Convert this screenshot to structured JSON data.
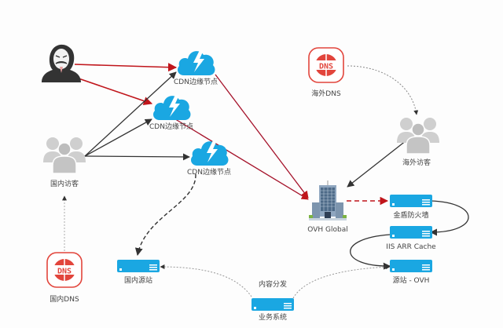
{
  "diagram": {
    "colors": {
      "attack_edge": "#c0151b",
      "normal_edge": "#333333",
      "dotted_edge": "#999999",
      "cloud": "#1aa7e2",
      "server": "#1aa7e2",
      "dns_red": "#e2453c",
      "person_gray": "#cfcfcf",
      "hacker_dark": "#333333"
    },
    "nodes": {
      "hacker": {
        "label": "",
        "icon": "hacker-icon"
      },
      "cdn1": {
        "label": "CDN边缘节点",
        "icon": "cloud-lightning-icon"
      },
      "cdn2": {
        "label": "CDN边缘节点",
        "icon": "cloud-lightning-icon"
      },
      "cdn3": {
        "label": "CDN边缘节点",
        "icon": "cloud-lightning-icon"
      },
      "domestic_visitors": {
        "label": "国内访客",
        "icon": "users-icon"
      },
      "domestic_dns": {
        "label": "国内DNS",
        "icon": "dns-icon",
        "icon_text": "DNS"
      },
      "domestic_origin": {
        "label": "国内源站",
        "icon": "server-icon"
      },
      "overseas_dns": {
        "label": "海外DNS",
        "icon": "dns-icon",
        "icon_text": "DNS"
      },
      "overseas_visitors": {
        "label": "海外访客",
        "icon": "users-icon"
      },
      "ovh_global": {
        "label": "OVH Global",
        "icon": "building-icon"
      },
      "firewall": {
        "label": "金盾防火墙",
        "icon": "server-icon"
      },
      "iis_arr": {
        "label": "IIS ARR Cache",
        "icon": "server-icon"
      },
      "origin_ovh": {
        "label": "源站 - OVH",
        "icon": "server-icon"
      },
      "business": {
        "label": "业务系统",
        "icon": "server-icon"
      }
    },
    "annotations": {
      "content_distribution": "内容分发"
    },
    "edges": [
      {
        "from": "hacker",
        "to": "cdn1",
        "style": "attack"
      },
      {
        "from": "hacker",
        "to": "cdn2",
        "style": "attack"
      },
      {
        "from": "domestic_visitors",
        "to": "cdn1",
        "style": "normal"
      },
      {
        "from": "domestic_visitors",
        "to": "cdn2",
        "style": "normal"
      },
      {
        "from": "domestic_visitors",
        "to": "cdn3",
        "style": "normal"
      },
      {
        "from": "cdn1",
        "to": "ovh_global",
        "style": "attack"
      },
      {
        "from": "cdn2",
        "to": "ovh_global",
        "style": "attack"
      },
      {
        "from": "cdn3",
        "to": "domestic_origin",
        "style": "dashed"
      },
      {
        "from": "domestic_dns",
        "to": "domestic_visitors",
        "style": "dotted"
      },
      {
        "from": "overseas_dns",
        "to": "overseas_visitors",
        "style": "dotted"
      },
      {
        "from": "overseas_visitors",
        "to": "ovh_global",
        "style": "normal"
      },
      {
        "from": "ovh_global",
        "to": "firewall",
        "style": "attack-dashed"
      },
      {
        "from": "firewall",
        "to": "iis_arr",
        "style": "curved"
      },
      {
        "from": "iis_arr",
        "to": "origin_ovh",
        "style": "curved"
      },
      {
        "from": "business",
        "to": "domestic_origin",
        "style": "dotted"
      },
      {
        "from": "business",
        "to": "origin_ovh",
        "style": "dotted"
      }
    ]
  }
}
